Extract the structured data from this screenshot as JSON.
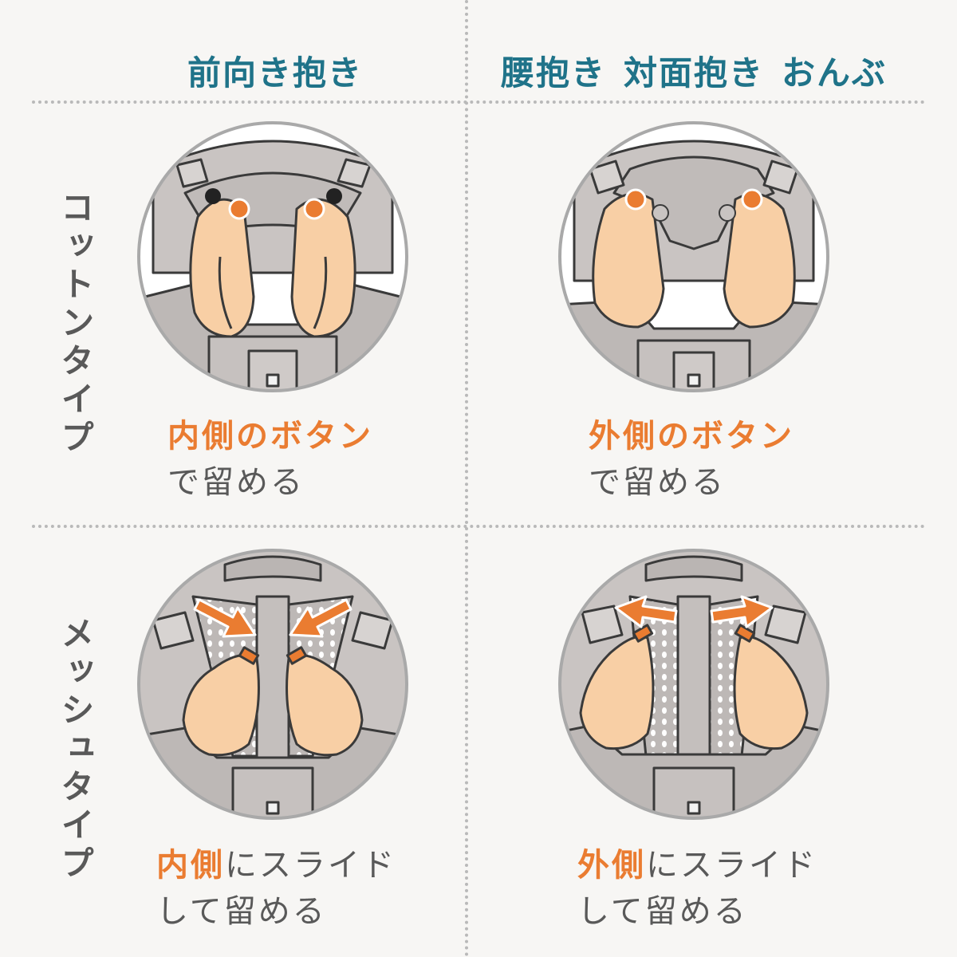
{
  "columns": {
    "front": "前向き抱き",
    "others": [
      "腰抱き",
      "対面抱き",
      "おんぶ"
    ]
  },
  "rows": {
    "cotton": "コットンタイプ",
    "mesh": "メッシュタイプ"
  },
  "captions": {
    "cotton_front_hl": "内側のボタン",
    "cotton_front_rest": "で留める",
    "cotton_other_hl": "外側のボタン",
    "cotton_other_rest": "で留める",
    "mesh_front_hl": "内側",
    "mesh_front_rest1": "にスライド",
    "mesh_front_rest2": "して留める",
    "mesh_other_hl": "外側",
    "mesh_other_rest1": "にスライド",
    "mesh_other_rest2": "して留める"
  },
  "colors": {
    "title": "#1f7389",
    "accent": "#ea7c31",
    "text": "#595959",
    "skin": "#f8cfa5",
    "fabric": "#c9c4c2",
    "background": "#f7f6f4"
  }
}
